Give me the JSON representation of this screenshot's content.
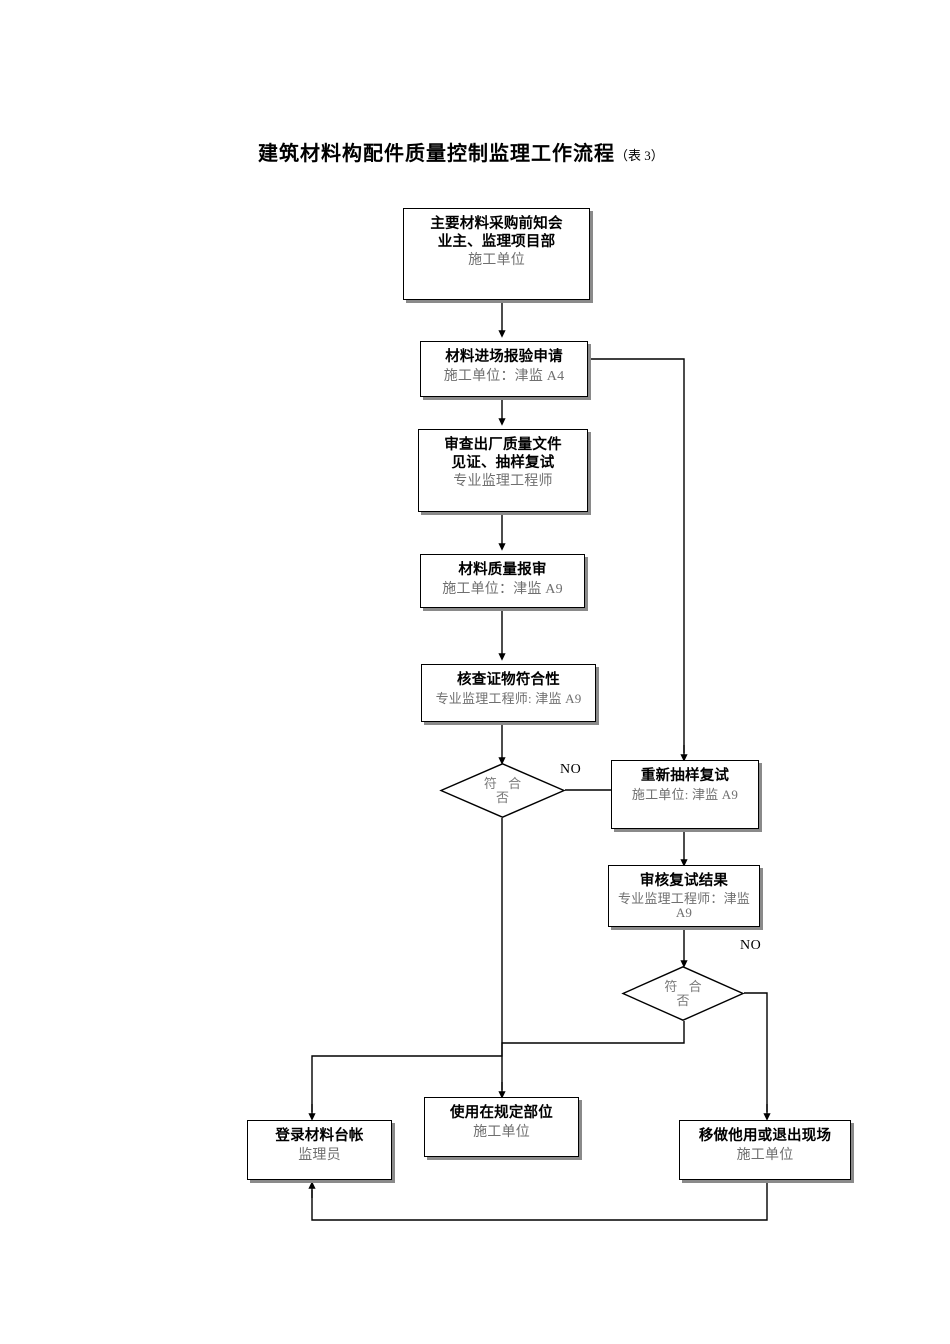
{
  "document": {
    "title_main": "建筑材料构配件质量控制监理工作流程",
    "title_suffix": "（表 3）"
  },
  "flowchart": {
    "type": "flowchart",
    "nodes": [
      {
        "id": "n1",
        "shape": "process",
        "title": "主要材料采购前知会",
        "title2": "业主、监理项目部",
        "sub": "施工单位"
      },
      {
        "id": "n2",
        "shape": "process",
        "title": "材料进场报验申请",
        "sub": "施工单位：津监 A4"
      },
      {
        "id": "n3",
        "shape": "process",
        "title": "审查出厂质量文件",
        "title2": "见证、抽样复试",
        "sub": "专业监理工程师"
      },
      {
        "id": "n4",
        "shape": "process",
        "title": "材料质量报审",
        "sub": "施工单位：津监 A9"
      },
      {
        "id": "n5",
        "shape": "process",
        "title": "核查证物符合性",
        "sub": "专业监理工程师: 津监 A9"
      },
      {
        "id": "d1",
        "shape": "decision",
        "line1": "符 合",
        "line2": "否"
      },
      {
        "id": "n6",
        "shape": "process",
        "title": "重新抽样复试",
        "sub": "施工单位: 津监 A9"
      },
      {
        "id": "n7",
        "shape": "process",
        "title": "审核复试结果",
        "sub": "专业监理工程师：津监 A9"
      },
      {
        "id": "d2",
        "shape": "decision",
        "line1": "符 合",
        "line2": "否"
      },
      {
        "id": "n8",
        "shape": "process",
        "title": "使用在规定部位",
        "sub": "施工单位"
      },
      {
        "id": "n9",
        "shape": "process",
        "title": "登录材料台帐",
        "sub": "监理员"
      },
      {
        "id": "n10",
        "shape": "process",
        "title": "移做他用或退出现场",
        "sub": "施工单位"
      }
    ],
    "branch_labels": [
      {
        "id": "no1",
        "text": "NO"
      },
      {
        "id": "no2",
        "text": "NO"
      }
    ]
  }
}
